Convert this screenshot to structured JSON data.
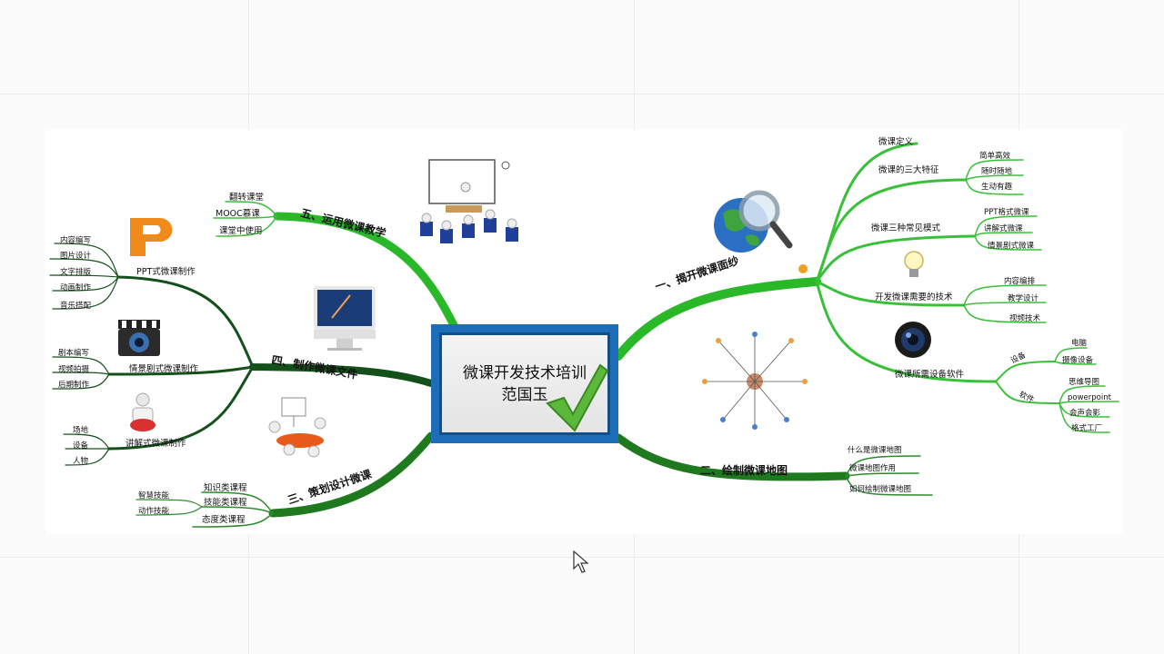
{
  "center": {
    "title": "微课开发技术培训",
    "author": "范国玉"
  },
  "branches": {
    "b1": {
      "label": "一、揭开微课面纱",
      "c1": {
        "label": "微课定义"
      },
      "c2": {
        "label": "微课的三大特征",
        "leaves": [
          "简单高效",
          "随时随地",
          "生动有趣"
        ]
      },
      "c3": {
        "label": "微课三种常见模式",
        "leaves": [
          "PPT格式微课",
          "讲解式微课",
          "情景剧式微课"
        ]
      },
      "c4": {
        "label": "开发微课需要的技术",
        "leaves": [
          "内容编排",
          "教学设计",
          "视频技术"
        ]
      },
      "c5": {
        "label": "微课所需设备软件",
        "hw": {
          "label": "设备",
          "leaves": [
            "电脑",
            "摄像设备"
          ]
        },
        "sw": {
          "label": "软件",
          "leaves": [
            "思维导图",
            "powerpoint",
            "会声会影",
            "格式工厂"
          ]
        }
      }
    },
    "b2": {
      "label": "二、绘制微课地图",
      "leaves": [
        "什么是微课地图",
        "微课地图作用",
        "如何绘制微课地图"
      ]
    },
    "b3": {
      "label": "三、策划设计微课",
      "c1": {
        "label": "知识类课程"
      },
      "c2": {
        "label": "技能类课程",
        "leaves": [
          "智慧技能",
          "动作技能"
        ]
      },
      "c3": {
        "label": "态度类课程"
      }
    },
    "b4": {
      "label": "四、制作微课文件",
      "c1": {
        "label": "PPT式微课制作",
        "leaves": [
          "内容编写",
          "图片设计",
          "文字排版",
          "动画制作",
          "音乐搭配"
        ]
      },
      "c2": {
        "label": "情景剧式微课制作",
        "leaves": [
          "剧本编写",
          "视频拍摄",
          "后期制作"
        ]
      },
      "c3": {
        "label": "讲解式微课制作",
        "leaves": [
          "场地",
          "设备",
          "人物"
        ]
      }
    },
    "b5": {
      "label": "五、运用微课教学",
      "leaves": [
        "翻转课堂",
        "MOOC慕课",
        "课堂中使用"
      ]
    }
  },
  "colors": {
    "dark_branch": "#1f6b1f",
    "light_branch": "#2dbb2d",
    "frame": "#1e6db8"
  },
  "icons": [
    "globe-magnifier-icon",
    "bulb-icon",
    "camera-lens-icon",
    "mindmap-image",
    "ppt-logo-icon",
    "video-camera-icon",
    "teacher-figure-icon",
    "imac-icon",
    "meeting-figures-icon",
    "classroom-figures-icon",
    "checkmark-icon",
    "mouse-cursor-icon"
  ]
}
